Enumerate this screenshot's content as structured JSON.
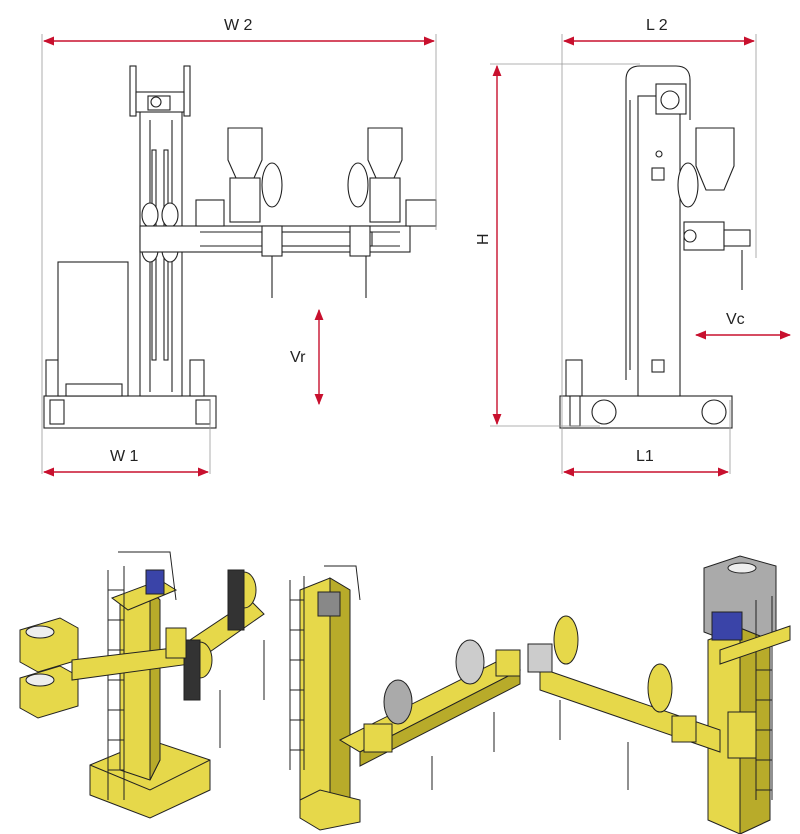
{
  "dimensions": {
    "w2": "W 2",
    "w1": "W 1",
    "l2": "L 2",
    "l1": "L1",
    "h": "H",
    "vr": "Vr",
    "vc": "Vc"
  },
  "colors": {
    "dimension_line": "#c8102e",
    "machine_yellow": "#e6d84a",
    "machine_yellow_dark": "#b8ab2a",
    "motor_blue": "#3a44a8",
    "outline": "#222222"
  }
}
